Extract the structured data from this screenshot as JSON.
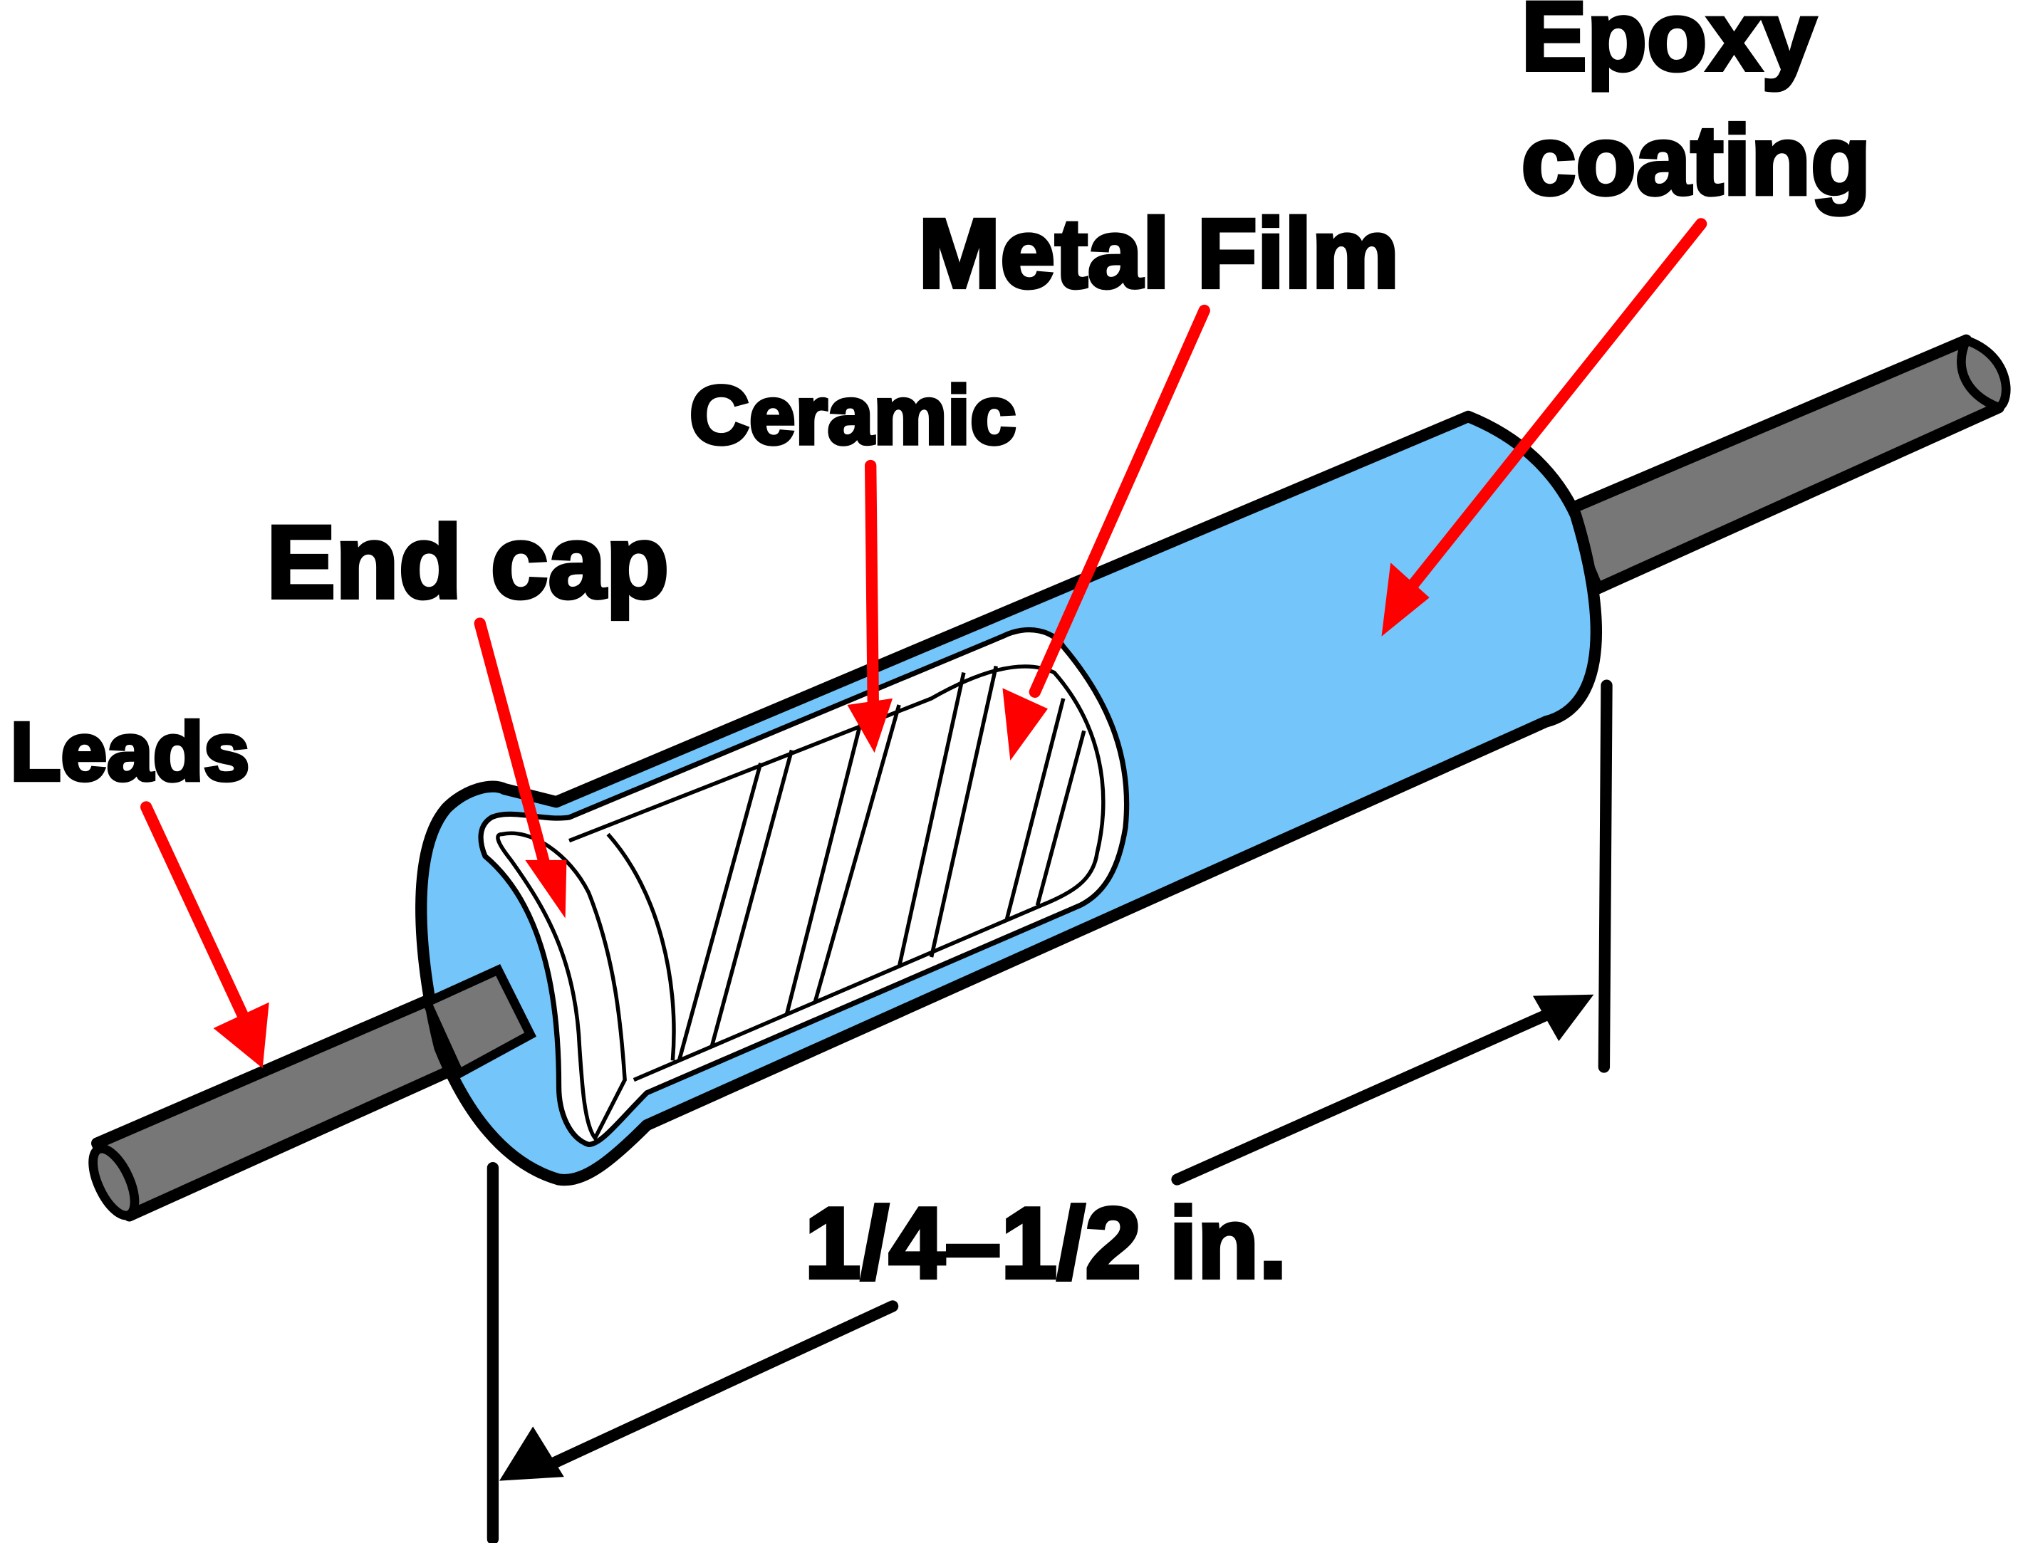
{
  "labels": {
    "leads": "Leads",
    "end_cap": "End cap",
    "ceramic": "Ceramic",
    "metal_film": "Metal Film",
    "epoxy_line1": "Epoxy",
    "epoxy_line2": "coating",
    "dimension": "1/4–1/2 in."
  },
  "colors": {
    "body": "#74C5FA",
    "lead": "#777777",
    "arrow": "#FF0000",
    "outline": "#000000"
  }
}
